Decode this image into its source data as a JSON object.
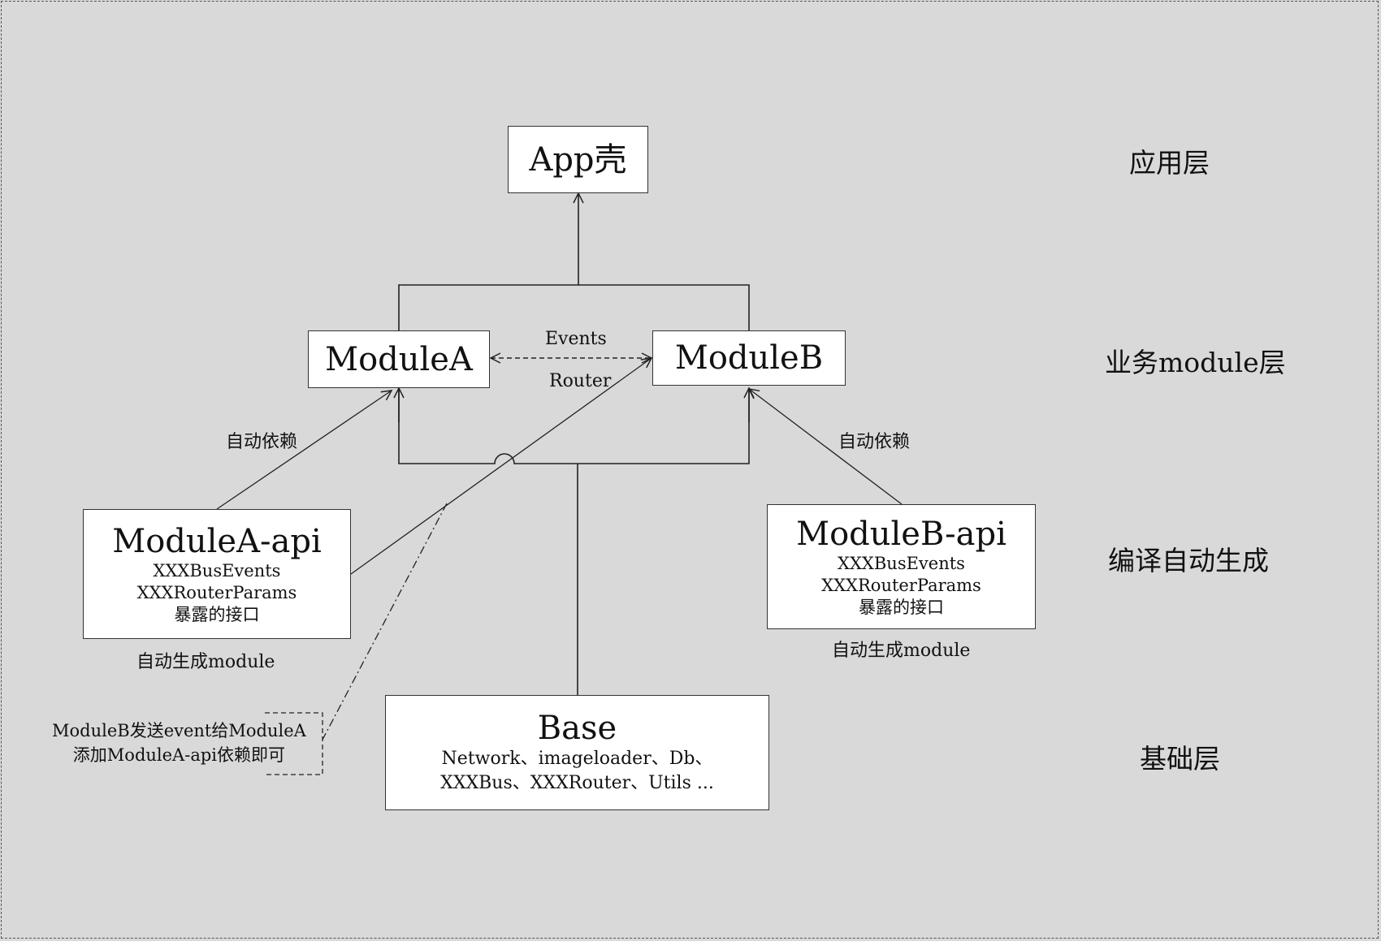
{
  "nodes": {
    "app": {
      "title": "App壳"
    },
    "module_a": {
      "title": "ModuleA"
    },
    "module_b": {
      "title": "ModuleB"
    },
    "module_a_api": {
      "title": "ModuleA-api",
      "lines": [
        "XXXBusEvents",
        "XXXRouterParams",
        "暴露的接口"
      ],
      "caption": "自动生成module"
    },
    "module_b_api": {
      "title": "ModuleB-api",
      "lines": [
        "XXXBusEvents",
        "XXXRouterParams",
        "暴露的接口"
      ],
      "caption": "自动生成module"
    },
    "base": {
      "title": "Base",
      "lines": [
        "Network、imageloader、Db、",
        "XXXBus、XXXRouter、Utils ..."
      ]
    }
  },
  "edge_labels": {
    "events": "Events",
    "router": "Router",
    "auto_dep_left": "自动依赖",
    "auto_dep_right": "自动依赖"
  },
  "note": {
    "lines": [
      "ModuleB发送event给ModuleA",
      "添加ModuleA-api依赖即可"
    ]
  },
  "layers": {
    "app": "应用层",
    "business": "业务module层",
    "generated": "编译自动生成",
    "base": "基础层"
  }
}
